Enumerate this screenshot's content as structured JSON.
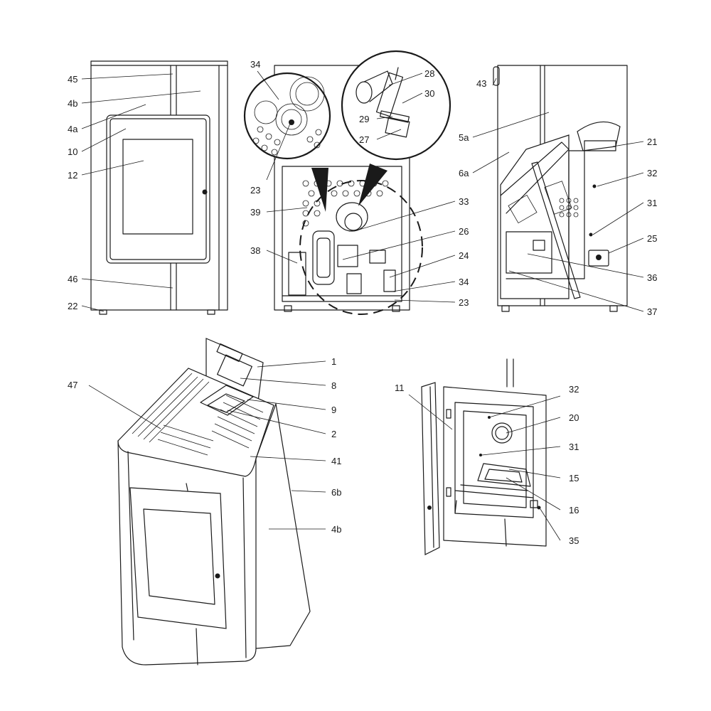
{
  "callouts": {
    "front": [
      "45",
      "4b",
      "4a",
      "10",
      "12",
      "46",
      "22"
    ],
    "back": [
      "34",
      "28",
      "30",
      "29",
      "27",
      "23",
      "33",
      "39",
      "26",
      "38",
      "24",
      "34",
      "23"
    ],
    "side": [
      "43",
      "5a",
      "6a",
      "21",
      "32",
      "31",
      "25",
      "36",
      "37"
    ],
    "top": [
      "1",
      "8",
      "47",
      "9",
      "2",
      "41",
      "6b",
      "4b"
    ],
    "door": [
      "11",
      "32",
      "20",
      "31",
      "15",
      "16",
      "35"
    ]
  }
}
